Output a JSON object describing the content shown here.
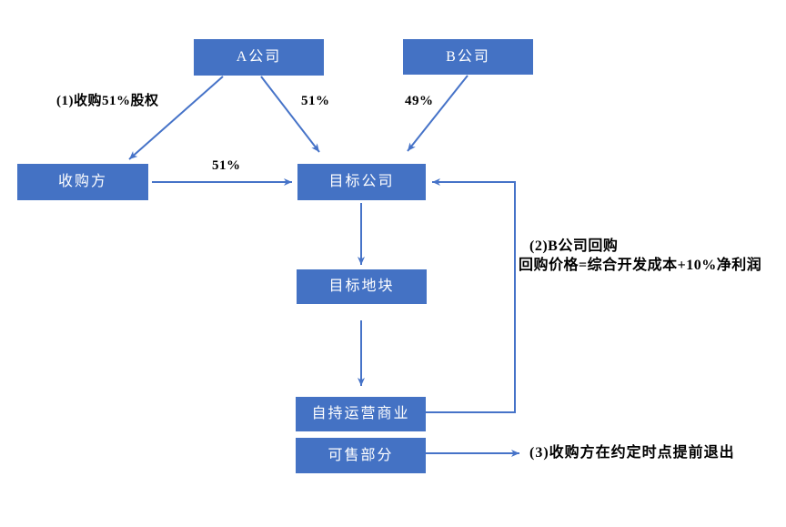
{
  "diagram": {
    "colors": {
      "box_fill": "#4472C4",
      "box_text": "#FFFFFF",
      "arrow": "#4673C8",
      "label_text": "#000000",
      "background": "#FFFFFF"
    },
    "nodes": {
      "company_a": "A公司",
      "company_b": "B公司",
      "acquirer": "收购方",
      "target_company": "目标公司",
      "target_land": "目标地块",
      "self_operated": "自持运营商业",
      "sellable": "可售部分"
    },
    "labels": {
      "step1": "(1)收购51%股权",
      "a_to_target_share": "51%",
      "b_to_target_share": "49%",
      "acquirer_to_target_share": "51%",
      "step2_line1": "(2)B公司回购",
      "step2_line2": "回购价格=综合开发成本+10%净利润",
      "step3": "(3)收购方在约定时点提前退出"
    },
    "edges": [
      {
        "from": "company_a",
        "to": "acquirer",
        "label": "(1)收购51%股权"
      },
      {
        "from": "company_a",
        "to": "target_company",
        "label": "51%"
      },
      {
        "from": "company_b",
        "to": "target_company",
        "label": "49%"
      },
      {
        "from": "acquirer",
        "to": "target_company",
        "label": "51%"
      },
      {
        "from": "target_company",
        "to": "target_land",
        "label": ""
      },
      {
        "from": "target_land",
        "to": "self_operated",
        "label": ""
      },
      {
        "from": "self_operated",
        "to": "target_company",
        "label": "(2)B公司回购 回购价格=综合开发成本+10%净利润"
      },
      {
        "from": "sellable",
        "to": "external_exit",
        "label": "(3)收购方在约定时点提前退出"
      }
    ]
  }
}
